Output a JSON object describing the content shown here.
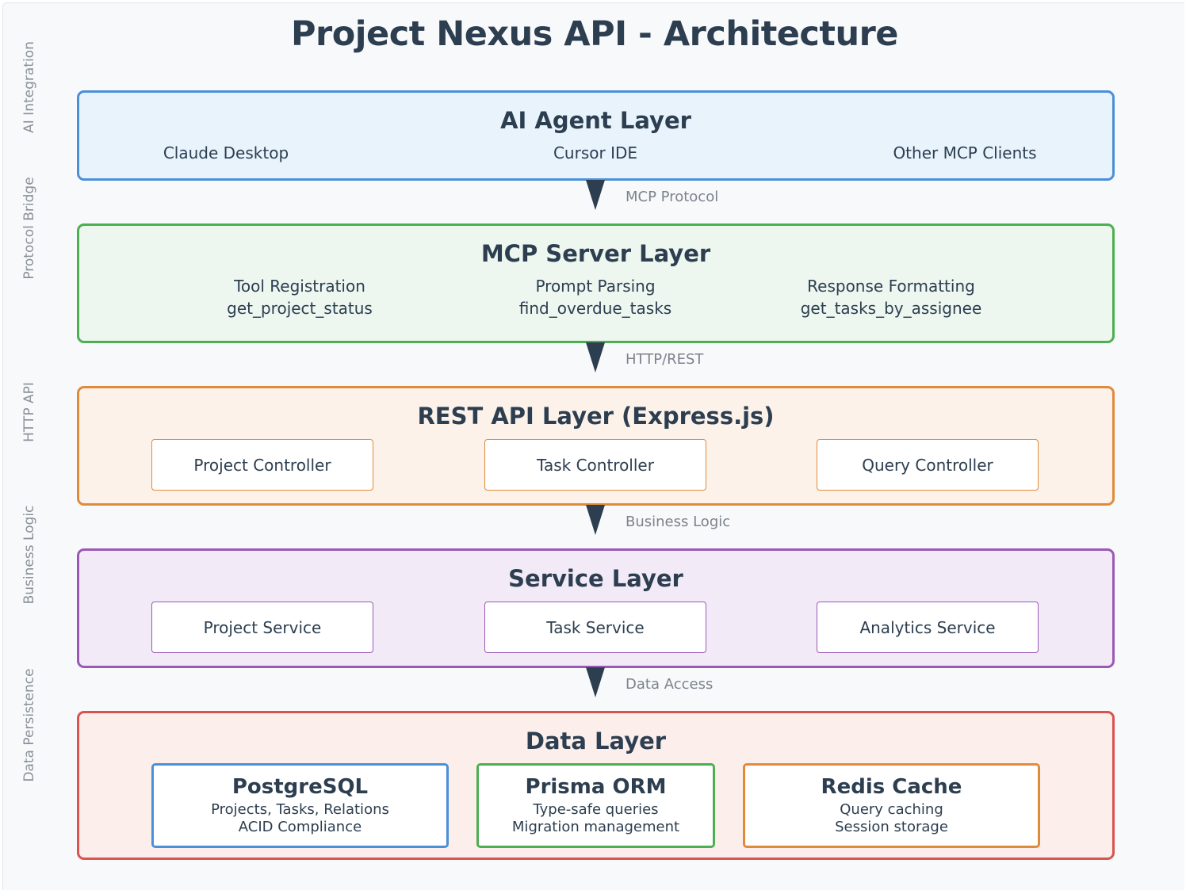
{
  "title": "Project Nexus API - Architecture",
  "side_labels": [
    "AI Integration",
    "Protocol Bridge",
    "HTTP API",
    "Business Logic",
    "Data Persistence"
  ],
  "colors": {
    "ai": {
      "border": "#4a90d9",
      "fill": "#e8f3fc"
    },
    "mcp": {
      "border": "#4caf50",
      "fill": "#edf6ef"
    },
    "rest": {
      "border": "#e08b3a",
      "fill": "#fcf2e9"
    },
    "service": {
      "border": "#9b59b6",
      "fill": "#f3eaf7"
    },
    "data": {
      "border": "#d9534f",
      "fill": "#fbeeeb"
    }
  },
  "layers": {
    "ai": {
      "title": "AI Agent Layer",
      "items": [
        "Claude Desktop",
        "Cursor IDE",
        "Other MCP Clients"
      ]
    },
    "mcp": {
      "title": "MCP Server Layer",
      "items": [
        {
          "label": "Tool Registration",
          "detail": "get_project_status"
        },
        {
          "label": "Prompt Parsing",
          "detail": "find_overdue_tasks"
        },
        {
          "label": "Response Formatting",
          "detail": "get_tasks_by_assignee"
        }
      ]
    },
    "rest": {
      "title": "REST API Layer (Express.js)",
      "items": [
        "Project Controller",
        "Task Controller",
        "Query Controller"
      ]
    },
    "service": {
      "title": "Service Layer",
      "items": [
        "Project Service",
        "Task Service",
        "Analytics Service"
      ]
    },
    "data": {
      "title": "Data Layer",
      "items": [
        {
          "title": "PostgreSQL",
          "lines": [
            "Projects, Tasks, Relations",
            "ACID Compliance"
          ]
        },
        {
          "title": "Prisma ORM",
          "lines": [
            "Type-safe queries",
            "Migration management"
          ]
        },
        {
          "title": "Redis Cache",
          "lines": [
            "Query caching",
            "Session storage"
          ]
        }
      ]
    }
  },
  "connectors": [
    "MCP Protocol",
    "HTTP/REST",
    "Business Logic",
    "Data Access"
  ]
}
